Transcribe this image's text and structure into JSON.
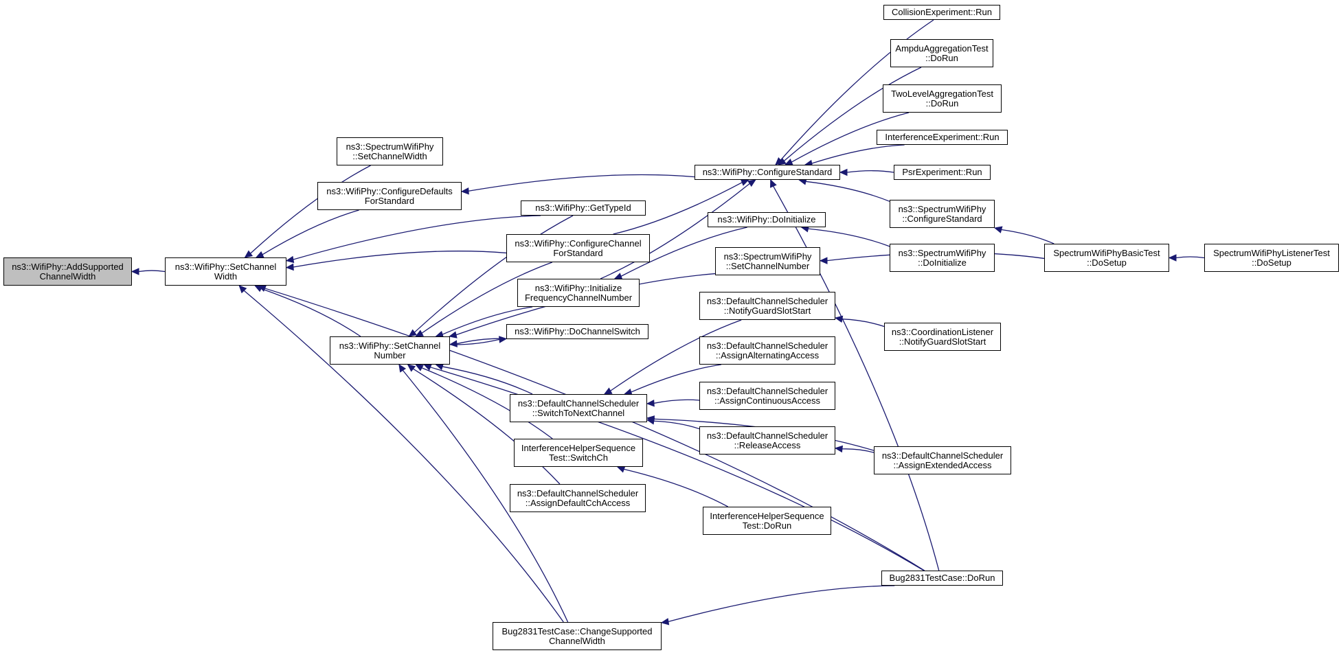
{
  "colors": {
    "edge": "#191970",
    "root_fill": "#bfbfbf",
    "node_fill": "#ffffff",
    "border": "#000000"
  },
  "nodes": {
    "n_addw": {
      "lines": [
        "ns3::WifiPhy::AddSupported",
        "ChannelWidth"
      ]
    },
    "n_setcw": {
      "lines": [
        "ns3::WifiPhy::SetChannel",
        "Width"
      ]
    },
    "n_sspcw": {
      "lines": [
        "ns3::SpectrumWifiPhy",
        "::SetChannelWidth"
      ]
    },
    "n_cdfs": {
      "lines": [
        "ns3::WifiPhy::ConfigureDefaults",
        "ForStandard"
      ]
    },
    "n_setcn": {
      "lines": [
        "ns3::WifiPhy::SetChannel",
        "Number"
      ]
    },
    "n_cs": {
      "lines": [
        "ns3::WifiPhy::ConfigureStandard"
      ]
    },
    "n_gtid": {
      "lines": [
        "ns3::WifiPhy::GetTypeId"
      ]
    },
    "n_ccfs": {
      "lines": [
        "ns3::WifiPhy::ConfigureChannel",
        "ForStandard"
      ]
    },
    "n_ifcn": {
      "lines": [
        "ns3::WifiPhy::Initialize",
        "FrequencyChannelNumber"
      ]
    },
    "n_dcs": {
      "lines": [
        "ns3::WifiPhy::DoChannelSwitch"
      ]
    },
    "n_dcsw": {
      "lines": [
        "ns3::DefaultChannelScheduler",
        "::SwitchToNextChannel"
      ]
    },
    "n_ihst": {
      "lines": [
        "InterferenceHelperSequence",
        "Test::SwitchCh"
      ]
    },
    "n_adcca": {
      "lines": [
        "ns3::DefaultChannelScheduler",
        "::AssignDefaultCchAccess"
      ]
    },
    "n_bcscw": {
      "lines": [
        "Bug2831TestCase::ChangeSupported",
        "ChannelWidth"
      ]
    },
    "n_doinit": {
      "lines": [
        "ns3::WifiPhy::DoInitialize"
      ]
    },
    "n_sscn": {
      "lines": [
        "ns3::SpectrumWifiPhy",
        "::SetChannelNumber"
      ]
    },
    "n_ngss": {
      "lines": [
        "ns3::DefaultChannelScheduler",
        "::NotifyGuardSlotStart"
      ]
    },
    "n_aaa": {
      "lines": [
        "ns3::DefaultChannelScheduler",
        "::AssignAlternatingAccess"
      ]
    },
    "n_aca": {
      "lines": [
        "ns3::DefaultChannelScheduler",
        "::AssignContinuousAccess"
      ]
    },
    "n_ra": {
      "lines": [
        "ns3::DefaultChannelScheduler",
        "::ReleaseAccess"
      ]
    },
    "n_ihsdr": {
      "lines": [
        "InterferenceHelperSequence",
        "Test::DoRun"
      ]
    },
    "n_cer": {
      "lines": [
        "CollisionExperiment::Run"
      ]
    },
    "n_aat": {
      "lines": [
        "AmpduAggregationTest",
        "::DoRun"
      ]
    },
    "n_tlat": {
      "lines": [
        "TwoLevelAggregationTest",
        "::DoRun"
      ]
    },
    "n_ier": {
      "lines": [
        "InterferenceExperiment::Run"
      ]
    },
    "n_per": {
      "lines": [
        "PsrExperiment::Run"
      ]
    },
    "n_sscs": {
      "lines": [
        "ns3::SpectrumWifiPhy",
        "::ConfigureStandard"
      ]
    },
    "n_ssdi": {
      "lines": [
        "ns3::SpectrumWifiPhy",
        "::DoInitialize"
      ]
    },
    "n_cln": {
      "lines": [
        "ns3::CoordinationListener",
        "::NotifyGuardSlotStart"
      ]
    },
    "n_aea": {
      "lines": [
        "ns3::DefaultChannelScheduler",
        "::AssignExtendedAccess"
      ]
    },
    "n_bdr": {
      "lines": [
        "Bug2831TestCase::DoRun"
      ]
    },
    "n_sbt": {
      "lines": [
        "SpectrumWifiPhyBasicTest",
        "::DoSetup"
      ]
    },
    "n_slt": {
      "lines": [
        "SpectrumWifiPhyListenerTest",
        "::DoSetup"
      ]
    }
  },
  "edges": [
    [
      "n_setcw",
      "n_addw"
    ],
    [
      "n_sspcw",
      "n_setcw"
    ],
    [
      "n_cdfs",
      "n_setcw"
    ],
    [
      "n_gtid",
      "n_setcw"
    ],
    [
      "n_ccfs",
      "n_setcw"
    ],
    [
      "n_setcn",
      "n_setcw"
    ],
    [
      "n_bdr",
      "n_setcw"
    ],
    [
      "n_bcscw",
      "n_setcw"
    ],
    [
      "n_cs",
      "n_cdfs"
    ],
    [
      "n_ccfs",
      "n_cs"
    ],
    [
      "n_ifcn",
      "n_cs"
    ],
    [
      "n_gtid",
      "n_setcn"
    ],
    [
      "n_ccfs",
      "n_setcn"
    ],
    [
      "n_ifcn",
      "n_setcn"
    ],
    [
      "n_dcs",
      "n_setcn"
    ],
    [
      "n_setcn",
      "n_dcs"
    ],
    [
      "n_sscn",
      "n_setcn"
    ],
    [
      "n_dcsw",
      "n_setcn"
    ],
    [
      "n_ihst",
      "n_setcn"
    ],
    [
      "n_adcca",
      "n_setcn"
    ],
    [
      "n_bcscw",
      "n_setcn"
    ],
    [
      "n_bdr",
      "n_setcn"
    ],
    [
      "n_doinit",
      "n_ifcn"
    ],
    [
      "n_cer",
      "n_cs"
    ],
    [
      "n_aat",
      "n_cs"
    ],
    [
      "n_tlat",
      "n_cs"
    ],
    [
      "n_ier",
      "n_cs"
    ],
    [
      "n_per",
      "n_cs"
    ],
    [
      "n_sscs",
      "n_cs"
    ],
    [
      "n_bdr",
      "n_cs"
    ],
    [
      "n_ssdi",
      "n_doinit"
    ],
    [
      "n_sbt",
      "n_sscs"
    ],
    [
      "n_sbt",
      "n_sscn"
    ],
    [
      "n_slt",
      "n_sbt"
    ],
    [
      "n_ngss",
      "n_dcsw"
    ],
    [
      "n_aaa",
      "n_dcsw"
    ],
    [
      "n_aca",
      "n_dcsw"
    ],
    [
      "n_ra",
      "n_dcsw"
    ],
    [
      "n_aea",
      "n_dcsw"
    ],
    [
      "n_cln",
      "n_ngss"
    ],
    [
      "n_aea",
      "n_ra"
    ],
    [
      "n_ihsdr",
      "n_ihst"
    ],
    [
      "n_bdr",
      "n_bcscw"
    ]
  ]
}
